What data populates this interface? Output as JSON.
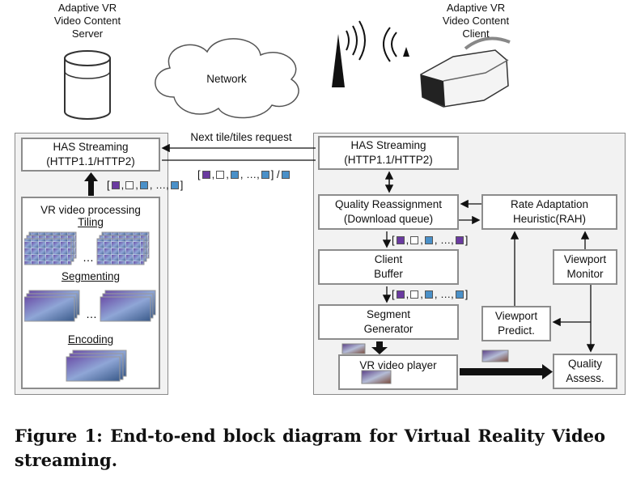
{
  "server_label": [
    "Adaptive VR",
    "Video Content",
    "Server"
  ],
  "client_label": [
    "Adaptive VR",
    "Video Content",
    "Client"
  ],
  "network_label": "Network",
  "request_label": "Next tile/tiles request",
  "server_panel": {
    "has_title": [
      "HAS Streaming",
      "(HTTP1.1/HTTP2)"
    ],
    "processing_title": "VR video processing",
    "tiling_label": "Tiling",
    "segmenting_label": "Segmenting",
    "encoding_label": "Encoding"
  },
  "client_panel": {
    "has_title": [
      "HAS Streaming",
      "(HTTP1.1/HTTP2)"
    ],
    "quality_reassignment": [
      "Quality Reassignment",
      "(Download queue)"
    ],
    "rate_adaptation": [
      "Rate Adaptation",
      "Heuristic(RAH)"
    ],
    "client_buffer": [
      "Client",
      "Buffer"
    ],
    "viewport_monitor": [
      "Viewport",
      "Monitor"
    ],
    "segment_generator": [
      "Segment",
      "Generator"
    ],
    "viewport_predict": [
      "Viewport",
      "Predict."
    ],
    "vr_player": "VR video player",
    "quality_assess": [
      "Quality",
      "Assess."
    ]
  },
  "queues": {
    "server_up": {
      "open": "[",
      "sep": ",",
      "ellipsis": "…,",
      "close": "]",
      "suffix": ""
    },
    "transfer": {
      "open": "[",
      "sep": ",",
      "ellipsis": "…,",
      "close": "]",
      "suffix": " /"
    },
    "after_reassign": {
      "open": "[",
      "sep": ",",
      "ellipsis": "…,",
      "close": "]",
      "suffix": ""
    },
    "after_buffer": {
      "open": "[",
      "sep": ",",
      "ellipsis": "…,",
      "close": "]",
      "suffix": ""
    }
  },
  "colors": {
    "purple": "#6a3aa0",
    "white": "#ffffff",
    "blue": "#4a90c8"
  },
  "caption": "Figure 1: End-to-end block diagram for Virtual Reality Video streaming."
}
